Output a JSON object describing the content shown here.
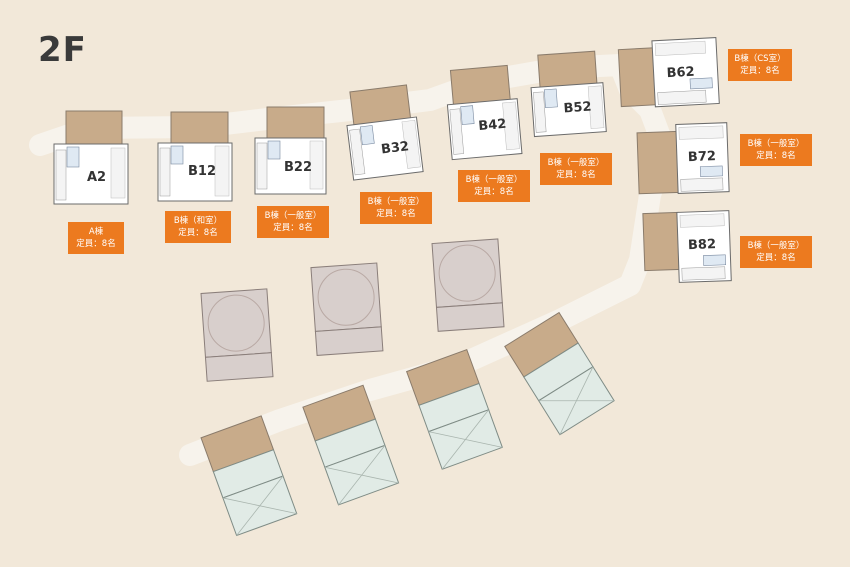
{
  "floor": "2F",
  "colors": {
    "background": "#f2e8d9",
    "path": "#f7f3ec",
    "roof": "#c8ab8a",
    "tag": "#ec7a1f",
    "tent": "#d8cfcc",
    "deck": "#e1ebe6"
  },
  "rooms": [
    {
      "id": "A2",
      "type": "A棟",
      "capacity": "定員：8名"
    },
    {
      "id": "B12",
      "type": "B棟（和室）",
      "capacity": "定員：8名"
    },
    {
      "id": "B22",
      "type": "B棟（一般室）",
      "capacity": "定員：8名"
    },
    {
      "id": "B32",
      "type": "B棟（一般室）",
      "capacity": "定員：8名"
    },
    {
      "id": "B42",
      "type": "B棟（一般室）",
      "capacity": "定員：8名"
    },
    {
      "id": "B52",
      "type": "B棟（一般室）",
      "capacity": "定員：8名"
    },
    {
      "id": "B62",
      "type": "B棟（CS室）",
      "capacity": "定員：8名"
    },
    {
      "id": "B72",
      "type": "B棟（一般室）",
      "capacity": "定員：8名"
    },
    {
      "id": "B82",
      "type": "B棟（一般室）",
      "capacity": "定員：8名"
    }
  ]
}
